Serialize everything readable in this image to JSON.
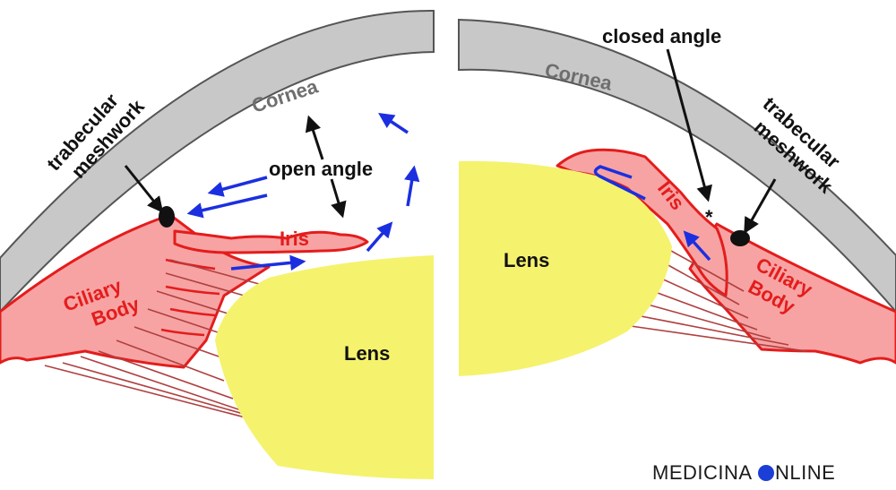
{
  "labels": {
    "left_cornea": "Cornea",
    "right_cornea": "Cornea",
    "left_trabecular": [
      "trabecular",
      "meshwork"
    ],
    "right_trabecular": [
      "trabecular",
      "meshwork"
    ],
    "open_angle": "open angle",
    "closed_angle": "closed angle",
    "left_iris": "Iris",
    "right_iris": "Iris",
    "left_ciliary": [
      "Ciliary",
      "Body"
    ],
    "right_ciliary": [
      "Ciliary",
      "Body"
    ],
    "left_lens": "Lens",
    "right_lens": "Lens",
    "asterisk": "*"
  },
  "watermark": {
    "left": "MEDICINA",
    "right": "NLINE"
  },
  "colors": {
    "cornea_fill": "#c8c8c8",
    "outline": "#555555",
    "tissue_fill": "#f7a3a3",
    "tissue_stroke": "#e41c1c",
    "lens_fill": "#f5f26e",
    "arrow_blue": "#1b2fe0",
    "arrow_black": "#111111"
  }
}
